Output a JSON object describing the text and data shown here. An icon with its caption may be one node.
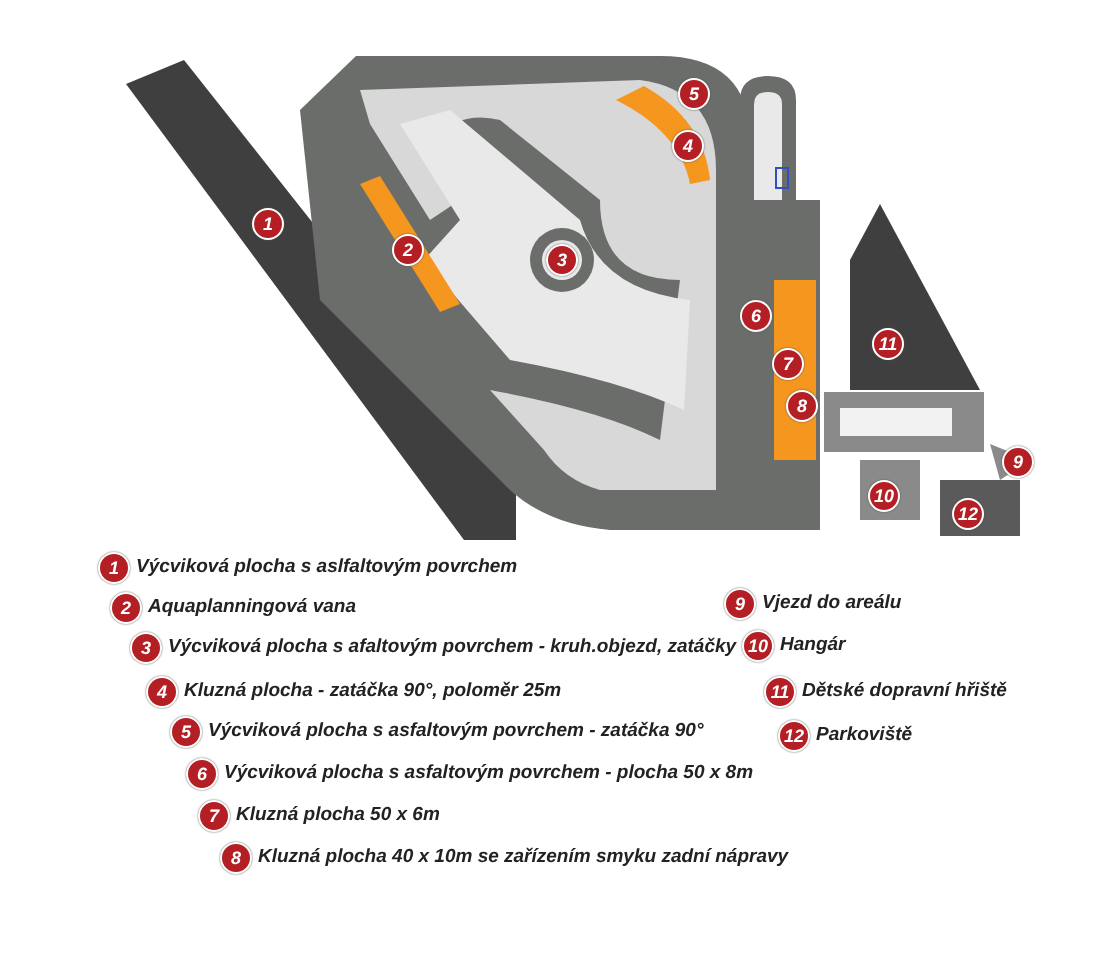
{
  "diagram": {
    "labels": [
      "1",
      "2",
      "3",
      "4",
      "5",
      "6",
      "7",
      "8",
      "9",
      "10",
      "11",
      "12",
      "1",
      "Výcviková plocha s aslfaltovým povrchem",
      "2",
      "Aquaplanningová vana",
      "3",
      "Výcviková plocha s afaltovým povrchem - kruh.objezd, zatáčky",
      "4",
      "Kluzná plocha - zatáčka 90°, poloměr 25m",
      "5",
      "Výcviková plocha s asfaltovým povrchem - zatáčka 90°",
      "6",
      "Výcviková plocha s asfaltovým povrchem - plocha 50 x 8m",
      "7",
      "Kluzná plocha 50 x 6m",
      "8",
      "Kluzná plocha 40 x 10m se zařízením smyku zadní nápravy",
      "9",
      "Vjezd do areálu",
      "10",
      "Hangár",
      "11",
      "Dětské dopravní hřiště",
      "12",
      "Parkoviště"
    ]
  }
}
